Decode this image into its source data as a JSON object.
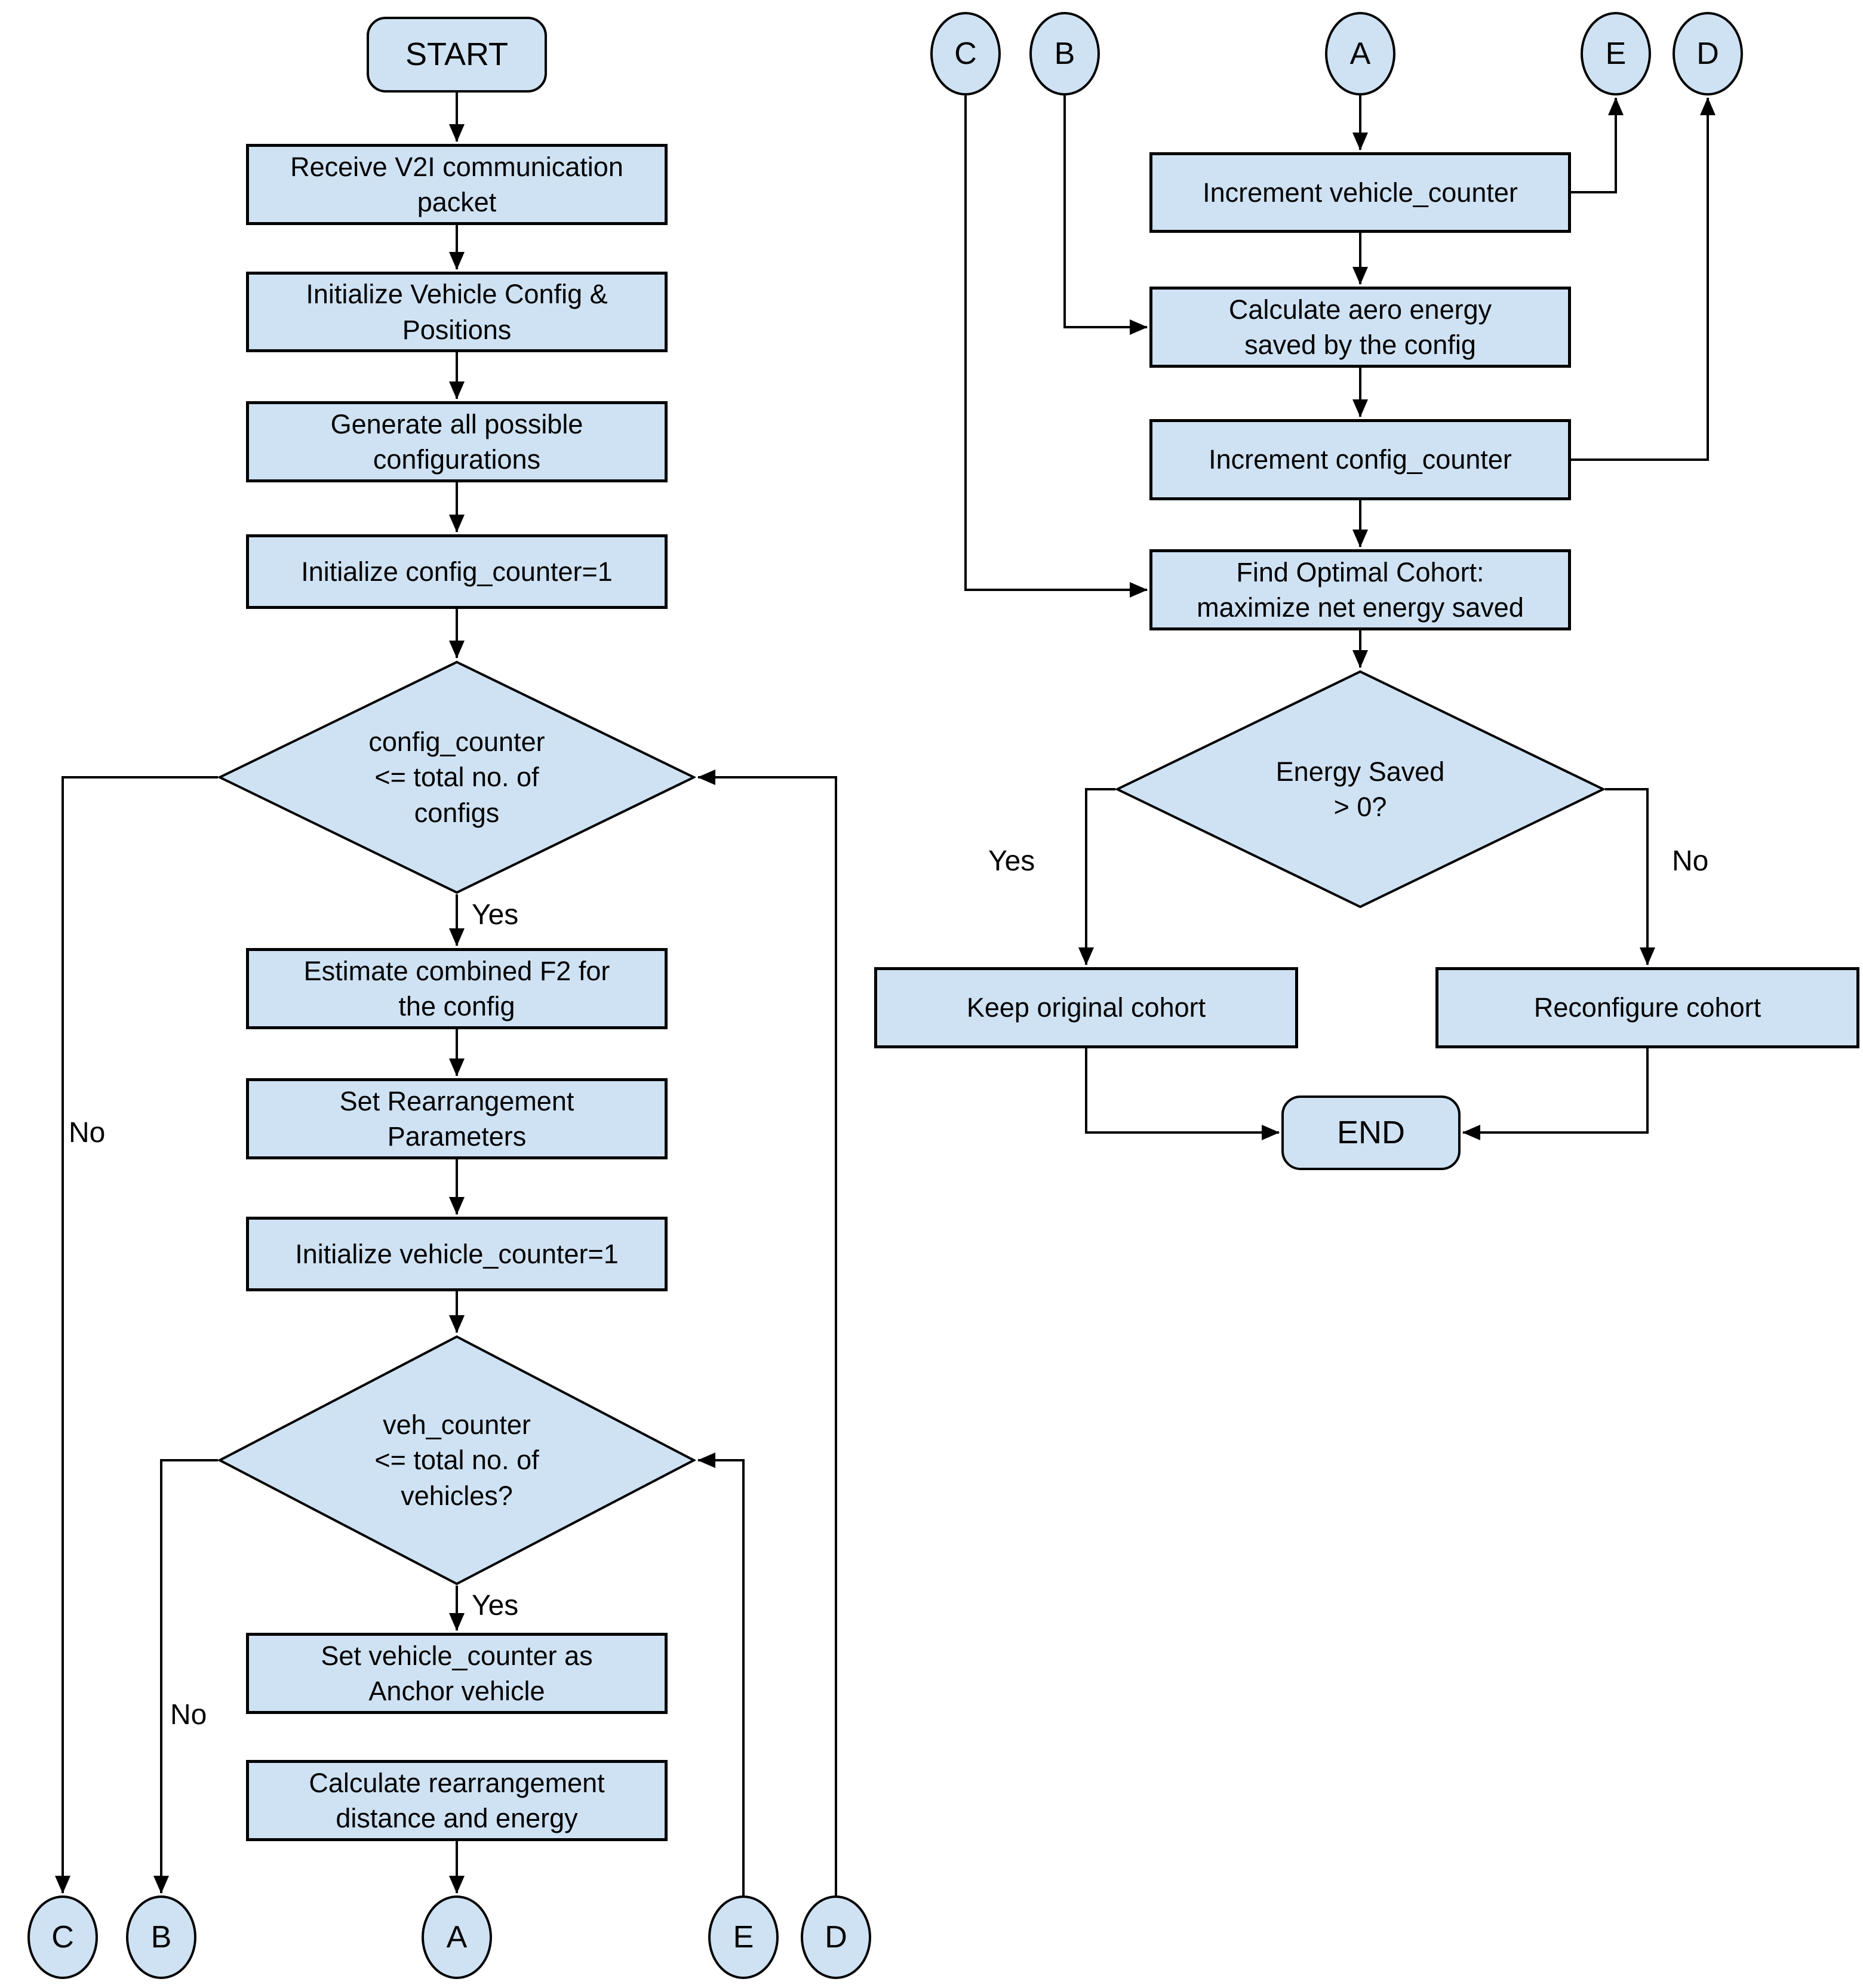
{
  "colors": {
    "background": "#ffffff",
    "node_fill": "#cfe2f3",
    "node_stroke": "#000000",
    "edge": "#000000",
    "text": "#000000"
  },
  "flowchart": {
    "left_page": {
      "start": "START",
      "receive_v2i": "Receive V2I communication\npacket",
      "init_vehicle_config": "Initialize Vehicle Config &\nPositions",
      "generate_configs": "Generate all possible\nconfigurations",
      "init_config_counter": "Initialize config_counter=1",
      "config_loop_decision": "config_counter\n<= total no. of\nconfigs",
      "estimate_f2": "Estimate combined F2 for\nthe config",
      "set_rearrangement": "Set Rearrangement\nParameters",
      "init_vehicle_counter": "Initialize vehicle_counter=1",
      "vehicle_loop_decision": "veh_counter\n<= total no. of\nvehicles?",
      "set_anchor": "Set vehicle_counter as\nAnchor vehicle",
      "calc_rearrangement": "Calculate rearrangement\ndistance and energy"
    },
    "right_page": {
      "increment_vehicle": "Increment vehicle_counter",
      "calc_aero": "Calculate aero energy\nsaved by the config",
      "increment_config": "Increment config_counter",
      "find_optimal": "Find Optimal Cohort:\nmaximize net energy saved",
      "energy_decision": "Energy Saved\n> 0?",
      "keep_cohort": "Keep original cohort",
      "reconfigure_cohort": "Reconfigure cohort",
      "end": "END"
    },
    "connectors_bottom_left": {
      "c": "C",
      "b": "B",
      "a": "A",
      "e": "E",
      "d": "D"
    },
    "connectors_top_right": {
      "c": "C",
      "b": "B",
      "a": "A",
      "e": "E",
      "d": "D"
    },
    "edge_labels": {
      "config_yes": "Yes",
      "config_no": "No",
      "vehicle_yes": "Yes",
      "vehicle_no": "No",
      "energy_yes": "Yes",
      "energy_no": "No"
    }
  }
}
